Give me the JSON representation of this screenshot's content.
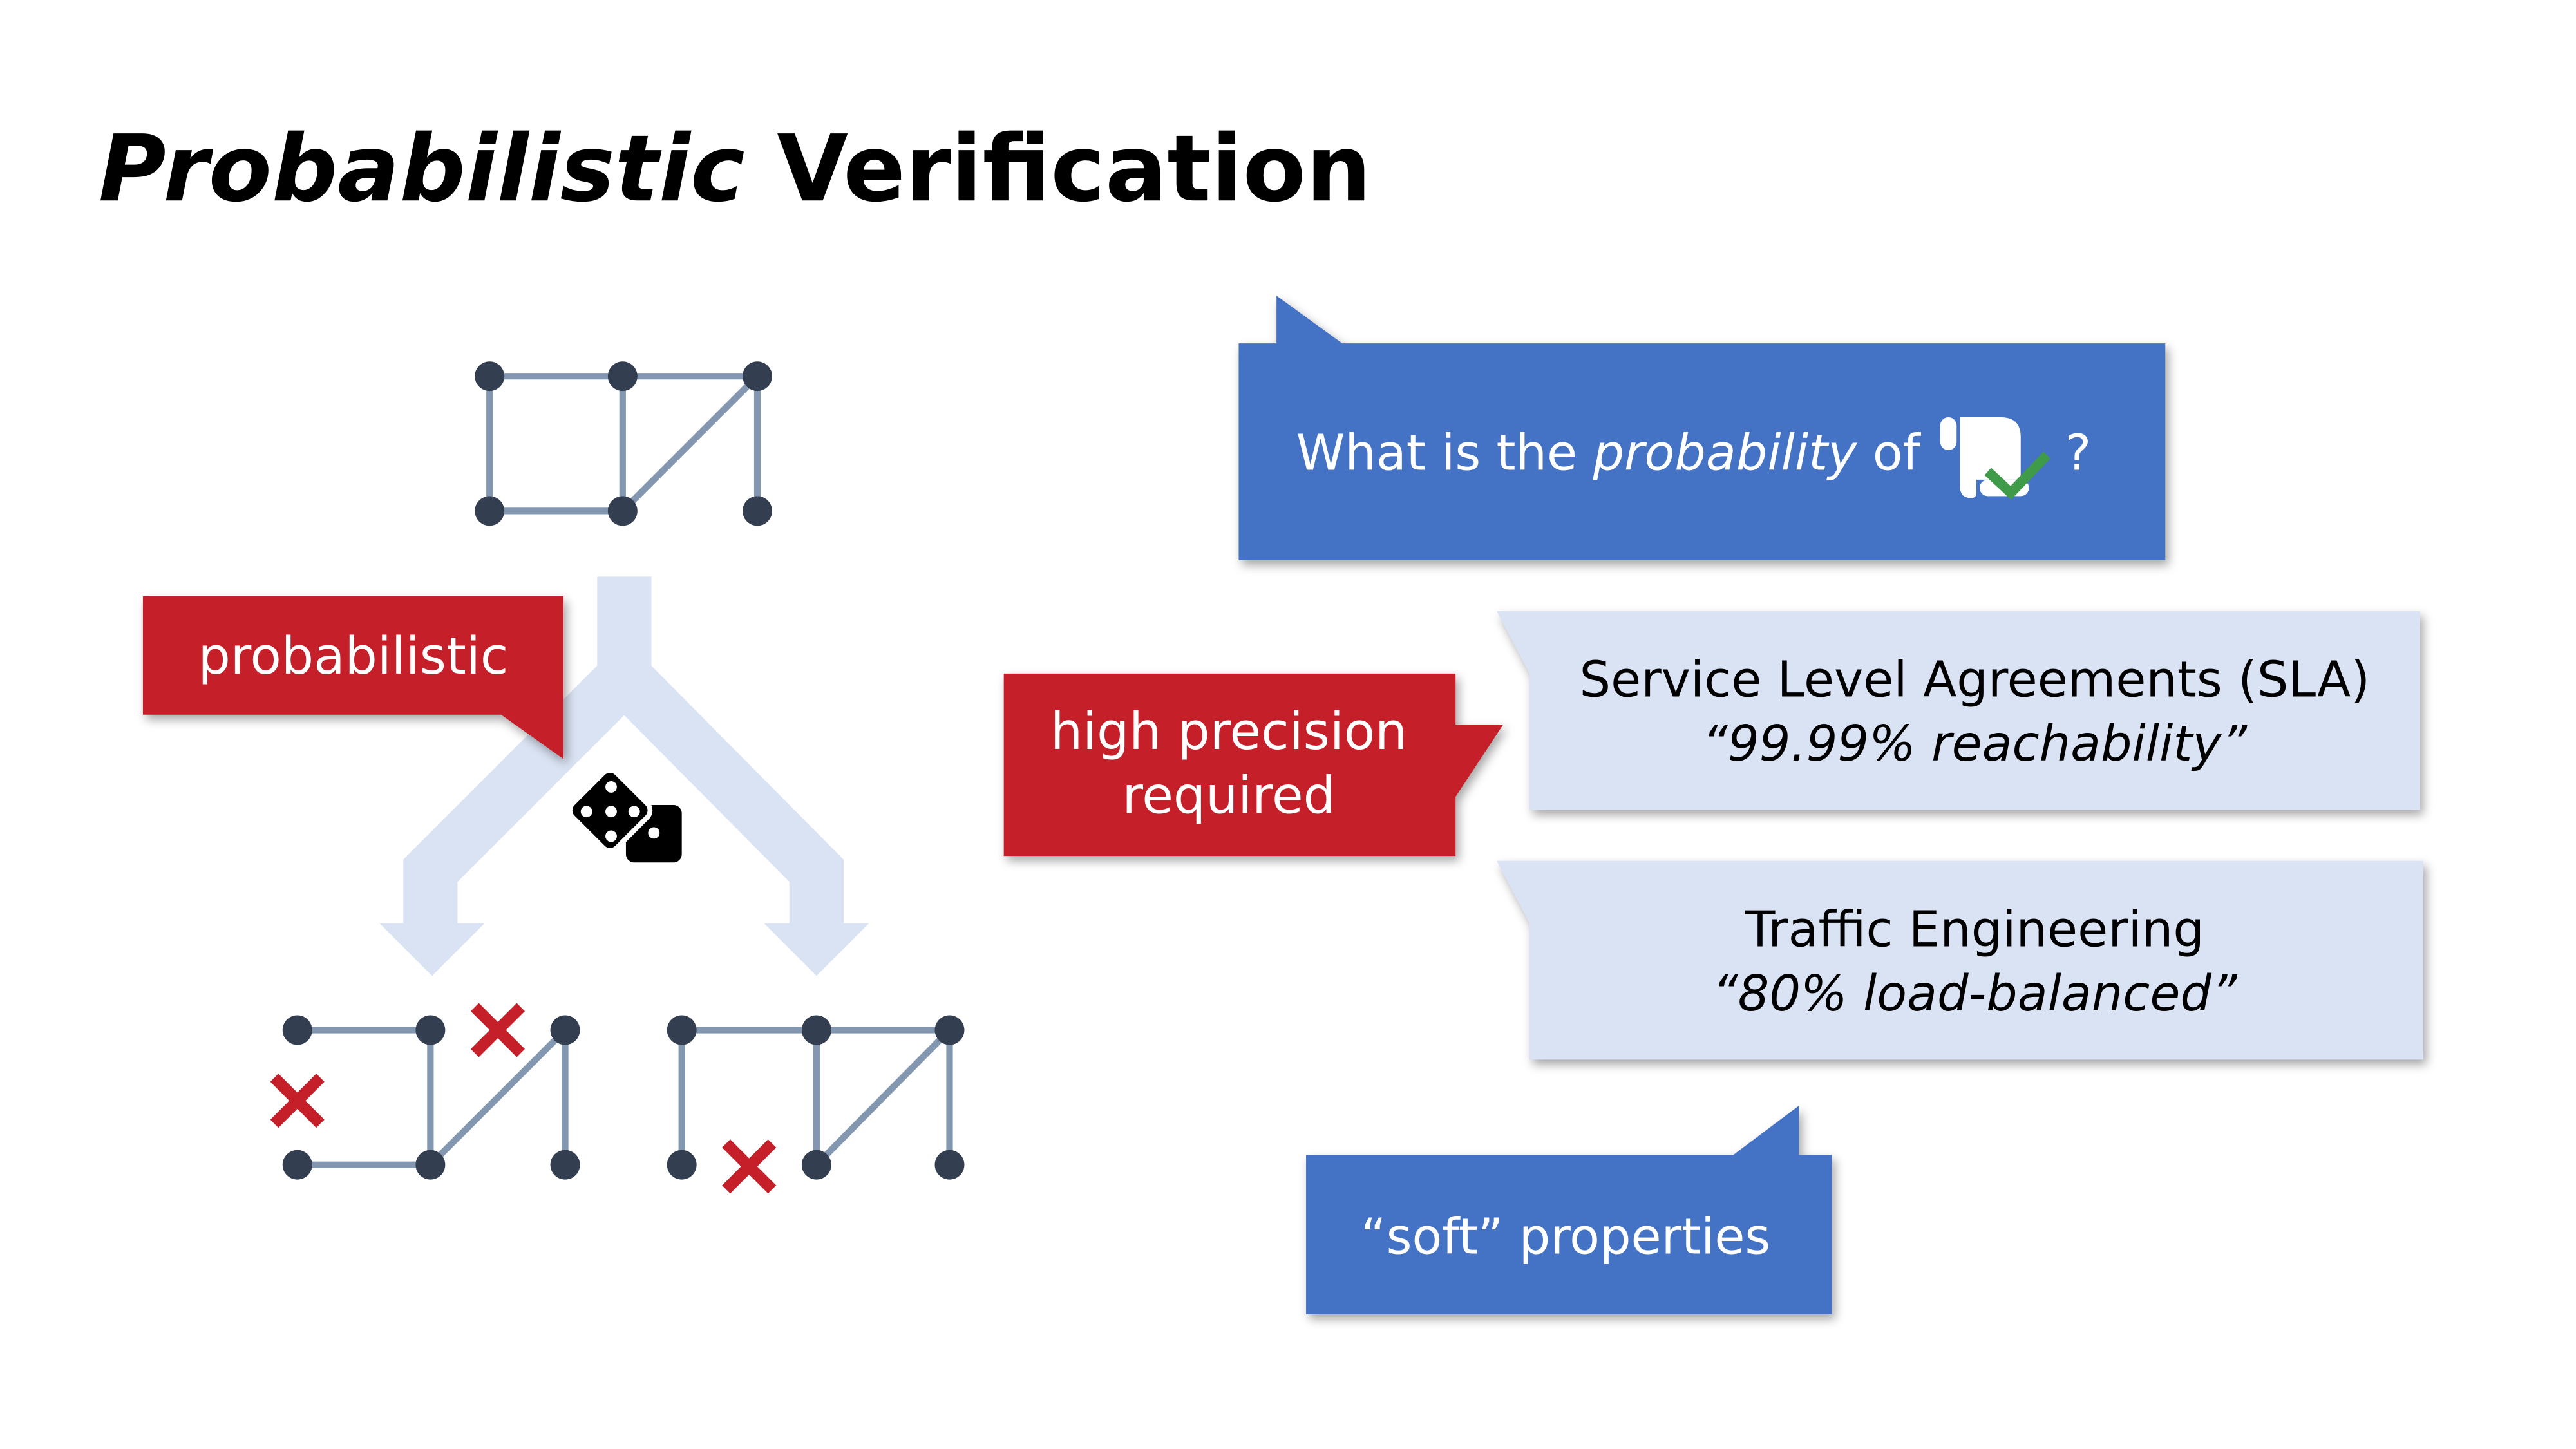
{
  "title": {
    "italic": "Probabilistic",
    "rest": " Verification"
  },
  "callouts": {
    "probabilistic": "probabilistic",
    "question": {
      "prefix": "What is the ",
      "italic": "probability",
      "suffix": " of",
      "end": "?"
    },
    "precision": {
      "line1": "high precision",
      "line2": "required"
    },
    "sla": {
      "title": "Service Level Agreements (SLA)",
      "quote": "“99.99% reachability”"
    },
    "te": {
      "title": "Traffic Engineering",
      "quote": "“80% load-balanced”"
    },
    "soft": "“soft” properties"
  },
  "colors": {
    "blue": "#4472c4",
    "red": "#c5202a",
    "light": "#dae3f3",
    "edge": "#8497b0",
    "node": "#333f50",
    "check": "#3f9a4a"
  }
}
